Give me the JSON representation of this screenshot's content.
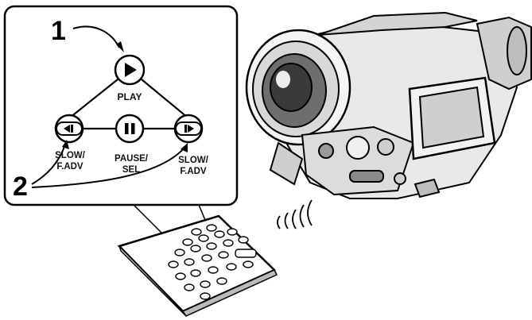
{
  "callouts": {
    "step1": "1",
    "step2": "2"
  },
  "buttons": {
    "play": {
      "icon": "play-icon",
      "label": "PLAY"
    },
    "pause": {
      "icon": "pause-icon",
      "line1": "PAUSE/",
      "line2": "SEL"
    },
    "slow_rev": {
      "icon": "reverse-slow-icon",
      "line1": "SLOW/",
      "line2": "F.ADV"
    },
    "slow_fwd": {
      "icon": "forward-slow-icon",
      "line1": "SLOW/",
      "line2": "F.ADV"
    }
  },
  "colors": {
    "ink": "#111111",
    "paper": "#ffffff",
    "panel_border": "#000000"
  }
}
